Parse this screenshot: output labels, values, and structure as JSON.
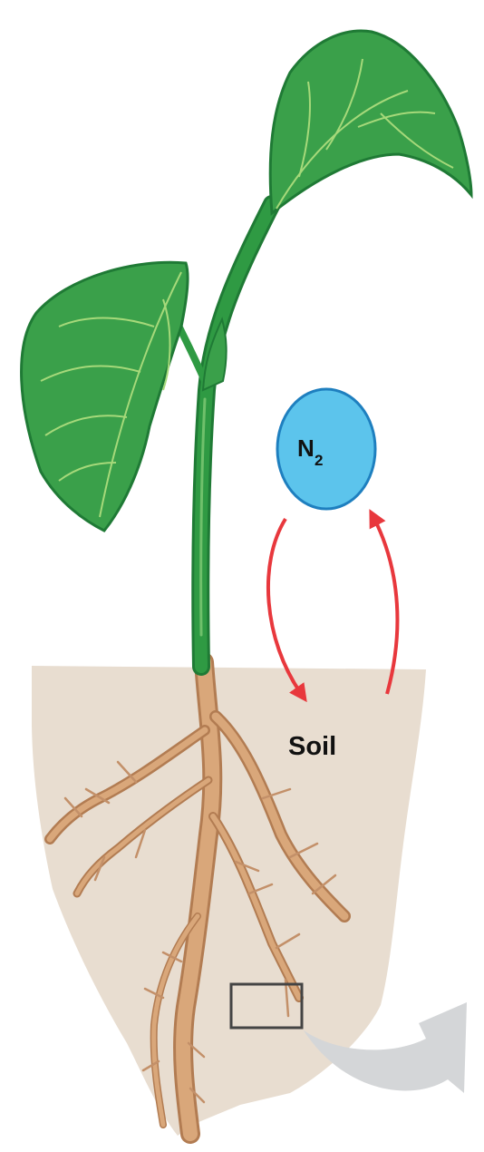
{
  "labels": {
    "gas_symbol": "N",
    "gas_subscript": "2",
    "soil": "Soil"
  },
  "colors": {
    "leaf": "#3aa04a",
    "leaf_dark": "#1f7a35",
    "leaf_vein": "#a6d97a",
    "stem": "#2f9a43",
    "soil": "#e8ddd0",
    "root": "#d9a77a",
    "root_dark": "#b27c52",
    "n2_fill": "#5cc4ec",
    "n2_stroke": "#1e7fbf",
    "cycle_arrow": "#e8383d",
    "callout_arrow": "#d4d6d8",
    "inset_box": "#444444"
  },
  "icons": {
    "gas": "n2-molecule-icon",
    "cycle": "nitrogen-cycle-arrows-icon",
    "callout": "zoom-callout-arrow-icon"
  }
}
